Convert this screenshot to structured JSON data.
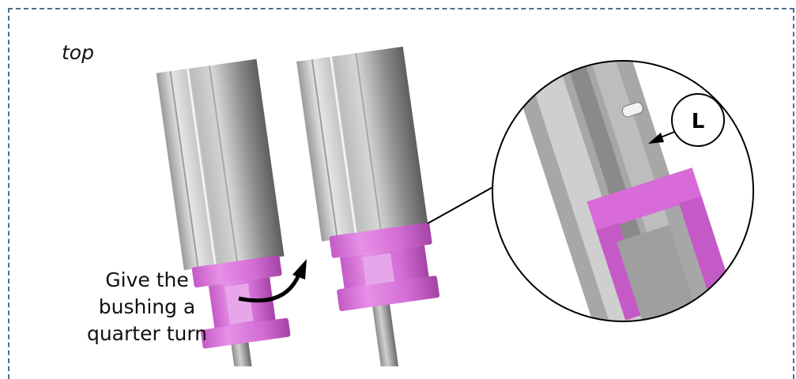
{
  "diagram": {
    "view_label": "top",
    "instruction": {
      "line1": "Give the",
      "line2": "bushing a",
      "line3": "quarter turn"
    },
    "callout_letter": "L",
    "colors": {
      "frame": "#4a6f8f",
      "bushing": "#d86bd8",
      "bushing_dark": "#b54db5",
      "rod_light": "#d9d9d9",
      "rod_dark": "#6f6f6f"
    }
  }
}
